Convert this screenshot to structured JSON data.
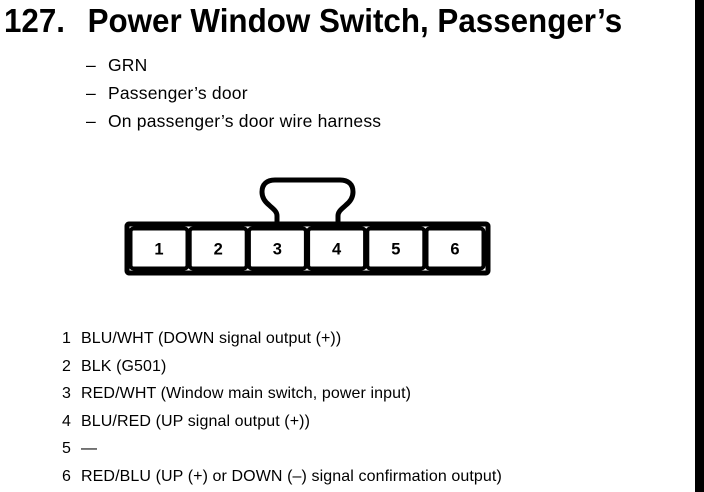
{
  "page": {
    "background_color": "#ffffff",
    "ink_color": "#000000"
  },
  "header": {
    "number": "127.",
    "title": "Power Window Switch, Passenger’s"
  },
  "details": {
    "prefix": "–",
    "items": [
      "GRN",
      "Passenger’s door",
      "On passenger’s door wire harness"
    ]
  },
  "connector": {
    "pins": [
      "1",
      "2",
      "3",
      "4",
      "5",
      "6"
    ]
  },
  "pinout": [
    {
      "pin": "1",
      "desc": "BLU/WHT (DOWN signal output (+))"
    },
    {
      "pin": "2",
      "desc": "BLK (G501)"
    },
    {
      "pin": "3",
      "desc": "RED/WHT (Window main switch, power input)"
    },
    {
      "pin": "4",
      "desc": "BLU/RED (UP signal output (+))"
    },
    {
      "pin": "5",
      "desc": "—"
    },
    {
      "pin": "6",
      "desc": "RED/BLU (UP (+) or DOWN (–) signal confirmation output)"
    }
  ]
}
